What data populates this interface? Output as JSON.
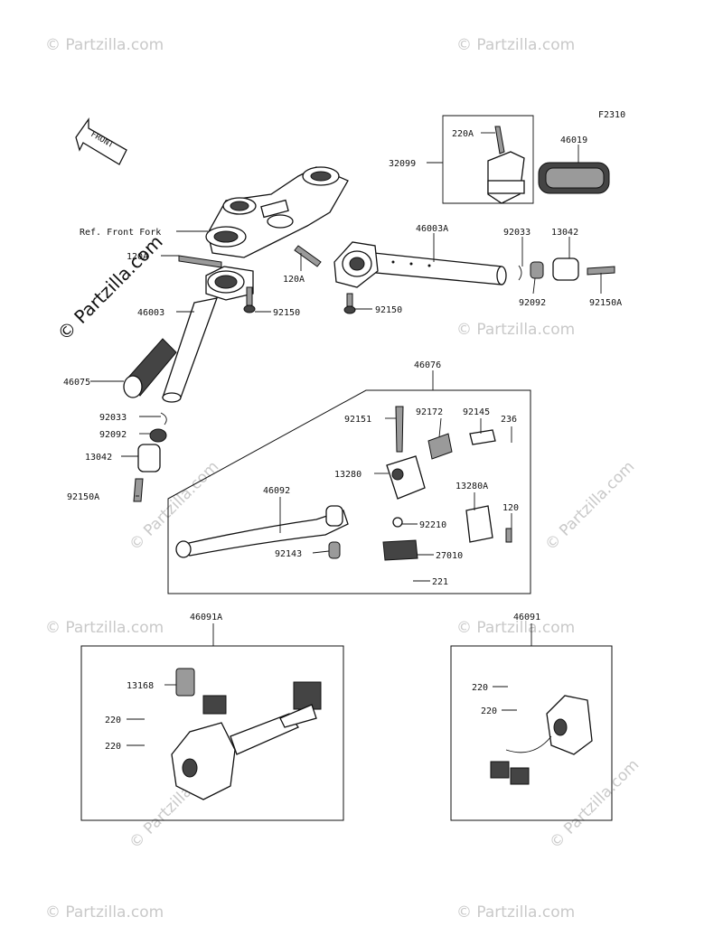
{
  "figure_code": "F2310",
  "front_arrow": "FRONT",
  "ref_label": "Ref. Front Fork",
  "watermark_text": "© Partzilla.com",
  "parts": {
    "p32099": "32099",
    "p220A": "220A",
    "p46019": "46019",
    "p46003A": "46003A",
    "p92033_r": "92033",
    "p13042_r": "13042",
    "p120A_l": "120A",
    "p120A_r": "120A",
    "p92092_r": "92092",
    "p92150A_r": "92150A",
    "p46003": "46003",
    "p92150_l": "92150",
    "p92150_r": "92150",
    "p46075": "46075",
    "p46076": "46076",
    "p92033_l": "92033",
    "p92092_l": "92092",
    "p13042_l": "13042",
    "p92150A_l": "92150A",
    "p92151": "92151",
    "p92172": "92172",
    "p92145": "92145",
    "p236": "236",
    "p13280": "13280",
    "p13280A": "13280A",
    "p46092": "46092",
    "p92210": "92210",
    "p120": "120",
    "p92143": "92143",
    "p27010": "27010",
    "p221": "221",
    "p46091A": "46091A",
    "p13168": "13168",
    "p220_a": "220",
    "p220_b": "220",
    "p46091": "46091",
    "p220_c": "220",
    "p220_d": "220"
  }
}
